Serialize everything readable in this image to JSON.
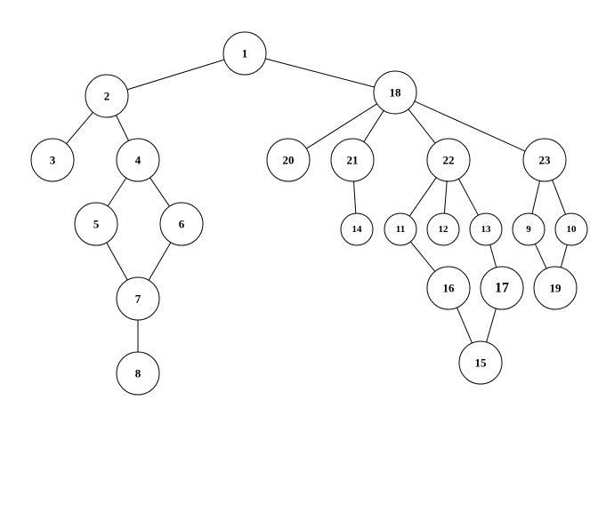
{
  "diagram": {
    "nodes": [
      {
        "id": "1",
        "label": "1"
      },
      {
        "id": "2",
        "label": "2"
      },
      {
        "id": "18",
        "label": "18"
      },
      {
        "id": "3",
        "label": "3"
      },
      {
        "id": "4",
        "label": "4"
      },
      {
        "id": "5",
        "label": "5"
      },
      {
        "id": "6",
        "label": "6"
      },
      {
        "id": "7",
        "label": "7"
      },
      {
        "id": "8",
        "label": "8"
      },
      {
        "id": "20",
        "label": "20"
      },
      {
        "id": "21",
        "label": "21"
      },
      {
        "id": "22",
        "label": "22"
      },
      {
        "id": "23",
        "label": "23"
      },
      {
        "id": "14",
        "label": "14"
      },
      {
        "id": "11",
        "label": "11"
      },
      {
        "id": "12",
        "label": "12"
      },
      {
        "id": "13",
        "label": "13"
      },
      {
        "id": "9",
        "label": "9"
      },
      {
        "id": "10",
        "label": "10"
      },
      {
        "id": "16",
        "label": "16"
      },
      {
        "id": "17",
        "label": "17"
      },
      {
        "id": "19",
        "label": "19"
      },
      {
        "id": "15",
        "label": "15"
      }
    ],
    "edges": [
      [
        "1",
        "2"
      ],
      [
        "1",
        "18"
      ],
      [
        "2",
        "3"
      ],
      [
        "2",
        "4"
      ],
      [
        "4",
        "5"
      ],
      [
        "4",
        "6"
      ],
      [
        "5",
        "7"
      ],
      [
        "6",
        "7"
      ],
      [
        "7",
        "8"
      ],
      [
        "18",
        "20"
      ],
      [
        "18",
        "21"
      ],
      [
        "18",
        "22"
      ],
      [
        "18",
        "23"
      ],
      [
        "21",
        "14"
      ],
      [
        "22",
        "11"
      ],
      [
        "22",
        "12"
      ],
      [
        "22",
        "13"
      ],
      [
        "23",
        "9"
      ],
      [
        "23",
        "10"
      ],
      [
        "11",
        "16"
      ],
      [
        "13",
        "17"
      ],
      [
        "9",
        "19"
      ],
      [
        "10",
        "19"
      ],
      [
        "16",
        "15"
      ],
      [
        "17",
        "15"
      ]
    ]
  }
}
